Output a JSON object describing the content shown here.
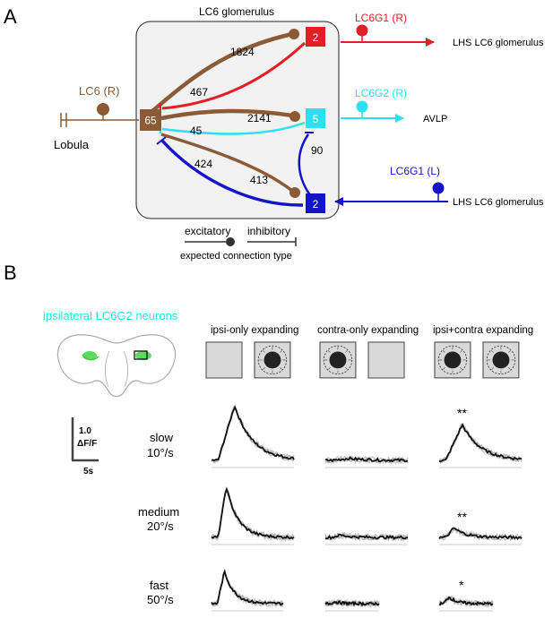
{
  "panel_a": {
    "label": "A",
    "glomerulus_title": "LC6 glomerulus",
    "lc6_r": "LC6 (R)",
    "lobula": "Lobula",
    "node_lc6": "65",
    "node_lc6g1_r": "2",
    "node_lc6g2_r": "5",
    "node_lc6g1_l": "2",
    "w_1824": "1824",
    "w_467": "467",
    "w_2141": "2141",
    "w_45": "45",
    "w_424": "424",
    "w_413": "413",
    "w_90": "90",
    "lc6g1_r": "LC6G1 (R)",
    "lc6g2_r": "LC6G2 (R)",
    "lc6g1_l": "LC6G1 (L)",
    "out_lhs_r": "LHS LC6 glomerulus",
    "out_avlp": "AVLP",
    "in_lhs_l": "LHS LC6 glomerulus",
    "legend_excitatory": "excitatory",
    "legend_inhibitory": "inhibitory",
    "legend_caption": "expected connection type",
    "colors": {
      "brown": "#8c5a35",
      "red": "#e31e24",
      "cyan": "#2be0f0",
      "blue": "#1414c8",
      "box_fill": "#f2f2f2"
    }
  },
  "panel_b": {
    "label": "B",
    "neuron_title": "ipsilateral LC6G2 neurons",
    "conditions": [
      "ipsi-only expanding",
      "contra-only expanding",
      "ipsi+contra expanding"
    ],
    "scale_y": "1.0",
    "scale_y_unit": "ΔF/F",
    "scale_x": "5s",
    "speeds": [
      {
        "name": "slow",
        "rate": "10°/s"
      },
      {
        "name": "medium",
        "rate": "20°/s"
      },
      {
        "name": "fast",
        "rate": "50°/s"
      }
    ],
    "significance": [
      "**",
      "**",
      "*"
    ],
    "peak_amplitude_dff": [
      [
        1.45,
        0.05,
        0.95
      ],
      [
        1.35,
        0.06,
        0.25
      ],
      [
        0.85,
        0.05,
        0.18
      ]
    ]
  }
}
